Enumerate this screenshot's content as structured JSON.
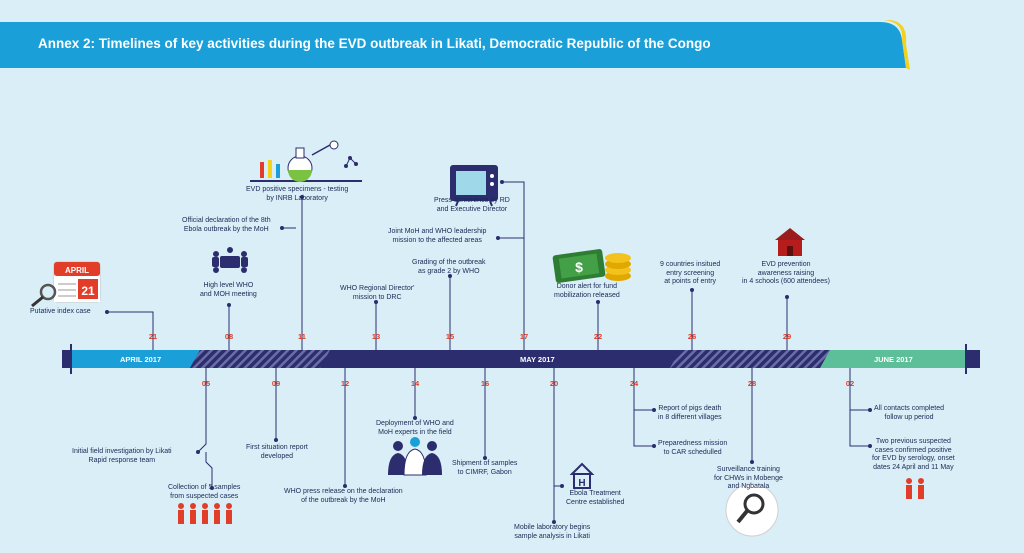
{
  "title": "Annex 2: Timelines of key activities during the EVD outbreak in Likati, Democratic Republic of the Congo",
  "months": {
    "april": "APRIL 2017",
    "may": "MAY 2017",
    "june": "JUNE 2017"
  },
  "calendar": {
    "month": "APRIL",
    "day": "21"
  },
  "colors": {
    "header": "#1b9fd8",
    "header_accent": "#f3d21c",
    "navy": "#2b2d6e",
    "april": "#1b9fd8",
    "june": "#5cbf9a",
    "day": "#e23d28",
    "background": "#d9eef6"
  },
  "top_events": [
    {
      "day": "21",
      "label": "Putative index case"
    },
    {
      "day": "08",
      "label": "High level WHO\nand MOH meeting"
    },
    {
      "day": "11",
      "label": "EVD positive specimens - testing\nby INRB Laboratory"
    },
    {
      "day": "11",
      "label": "Official declaration of the 8th\nEbola outbreak by the MoH"
    },
    {
      "day": "13",
      "label": "WHO Regional Director'\nmission to DRC"
    },
    {
      "day": "15",
      "label": "Grading of the outbreak\nas grade 2 by WHO"
    },
    {
      "day": "17",
      "label": "Joint MoH and WHO leadership\nmission to the affected areas"
    },
    {
      "day": "17",
      "label": "Press conference by RD\nand Executive Director"
    },
    {
      "day": "22",
      "label": "Donor alert for fund\nmobilization released"
    },
    {
      "day": "26",
      "label": "9 countries insitued\nentry screening\nat points of entry"
    },
    {
      "day": "29",
      "label": "EVD prevention\nawareness raising\nin 4 schools (600 attendees)"
    }
  ],
  "bottom_events": [
    {
      "day": "05",
      "label": "Initial field investigation by Likati\nRapid response team"
    },
    {
      "day": "05",
      "label": "Collection of 5 samples\nfrom suspected cases"
    },
    {
      "day": "09",
      "label": "First situation report\ndeveloped"
    },
    {
      "day": "12",
      "label": "WHO press release on the declaration\nof the outbreak by the MoH"
    },
    {
      "day": "14",
      "label": "Deployment of WHO and\nMoH experts in the field"
    },
    {
      "day": "16",
      "label": "Shipment of samples\nto CIMRF, Gabon"
    },
    {
      "day": "20",
      "label": "Ebola Treatment\nCentre established"
    },
    {
      "day": "20",
      "label": "Mobile laboratory begins\nsample analysis in Likati"
    },
    {
      "day": "24",
      "label": "Report of pigs death\nin 8 different villages"
    },
    {
      "day": "24",
      "label": "Preparedness mission\nto CAR schedulled"
    },
    {
      "day": "28",
      "label": "Surveillance training\nfor CHWs in Mobenge\nand Ngbatala"
    },
    {
      "day": "02",
      "label": "All contacts completed\nfollow up period"
    },
    {
      "day": "02",
      "label": "Two previous suspected\ncases confirmed positive\nfor EVD by serology, onset\ndates 24 April and 11 May"
    }
  ],
  "icons": [
    "calendar-icon",
    "meeting-icon",
    "laboratory-icon",
    "tv-icon",
    "money-icon",
    "school-icon",
    "doctors-icon",
    "hospital-icon",
    "magnifier-icon",
    "people-icon"
  ]
}
